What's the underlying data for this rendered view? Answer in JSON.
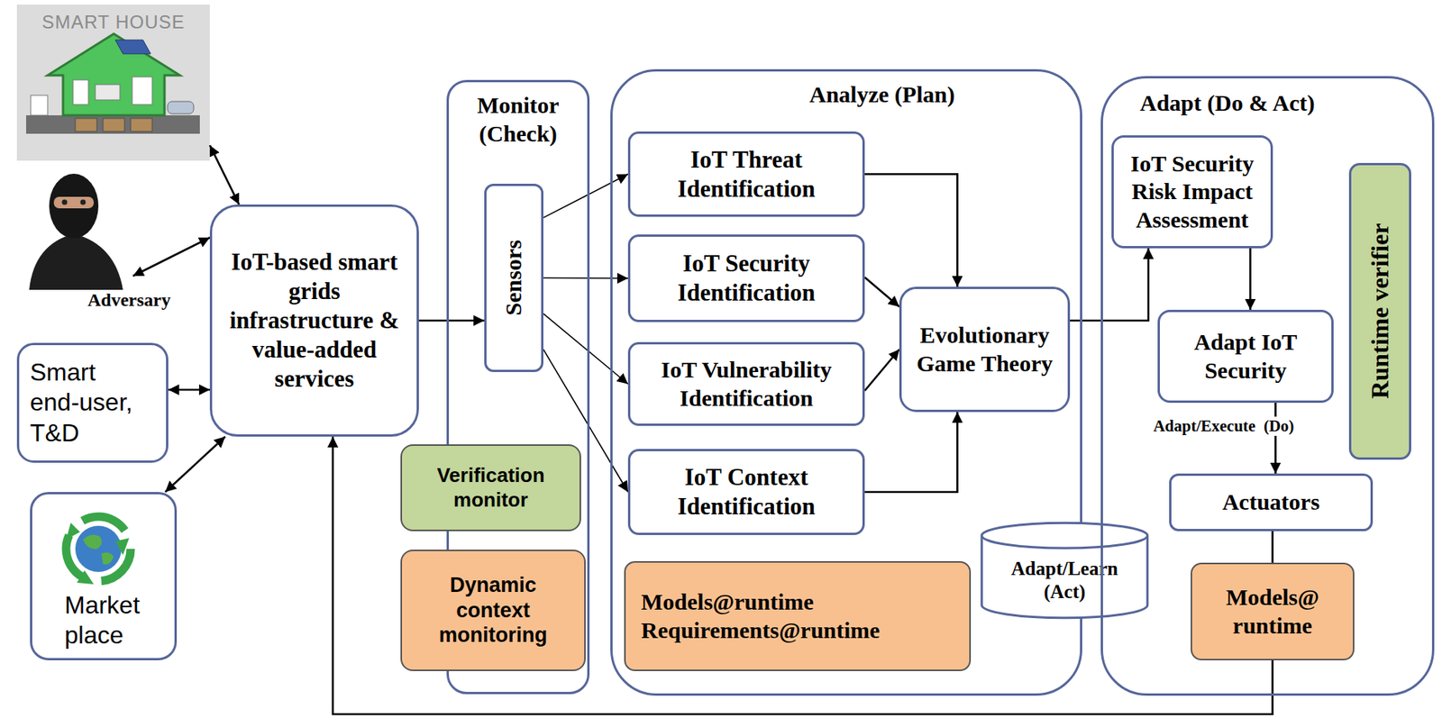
{
  "diagram": {
    "nodes": [
      {
        "text": [
          "SMART HOUSE"
        ]
      },
      {
        "text": [
          "Adversary"
        ]
      },
      {
        "text": [
          "IoT-based smart grids infrastructure & value-added services"
        ]
      },
      {
        "text": [
          "Smart end-user, T&D"
        ]
      },
      {
        "text": [
          "Market place"
        ]
      },
      {
        "text": [
          "Monitor (Check)"
        ]
      },
      {
        "text": [
          "Sensors"
        ],
        "in": 5
      },
      {
        "text": [
          "Verification monitor"
        ],
        "in": 5
      },
      {
        "text": [
          "Dynamic context monitoring"
        ],
        "in": 5
      },
      {
        "text": [
          "Analyze (Plan)"
        ]
      },
      {
        "text": [
          "IoT Threat Identification"
        ],
        "in": 9
      },
      {
        "text": [
          "IoT Security Identification"
        ],
        "in": 9
      },
      {
        "text": [
          "IoT Vulnerability Identification"
        ],
        "in": 9
      },
      {
        "text": [
          "IoT Context Identification"
        ],
        "in": 9
      },
      {
        "text": [
          "Evolutionary Game Theory"
        ],
        "in": 9
      },
      {
        "text": [
          "Models@runtime Requirements@runtime"
        ],
        "in": 9
      },
      {
        "text": [
          "Adapt/Learn (Act)"
        ],
        "in": 9
      },
      {
        "text": [
          "Adapt (Do & Act)"
        ]
      },
      {
        "text": [
          "IoT Security Risk Impact Assessment"
        ],
        "in": 17
      },
      {
        "text": [
          "Runtime verifier"
        ],
        "in": 17
      },
      {
        "text": [
          "Adapt IoT Security"
        ],
        "in": 17
      },
      {
        "text": [
          "Actuators"
        ],
        "in": 17
      },
      {
        "text": [
          "Models@ runtime"
        ],
        "in": 17
      }
    ],
    "edges": [
      {
        "from": 0,
        "to": 2,
        "arrow": "both"
      },
      {
        "from": 1,
        "to": 2,
        "arrow": "both"
      },
      {
        "from": 3,
        "to": 2,
        "arrow": "both"
      },
      {
        "from": 4,
        "to": 2,
        "arrow": "both"
      },
      {
        "from": 2,
        "to": 6,
        "arrow": "to"
      },
      {
        "from": 6,
        "to": 10,
        "arrow": "to"
      },
      {
        "from": 6,
        "to": 11,
        "arrow": "to"
      },
      {
        "from": 6,
        "to": 12,
        "arrow": "to"
      },
      {
        "from": 6,
        "to": 13,
        "arrow": "to"
      },
      {
        "from": 10,
        "to": 14,
        "arrow": "to"
      },
      {
        "from": 11,
        "to": 14,
        "arrow": "to"
      },
      {
        "from": 12,
        "to": 14,
        "arrow": "to"
      },
      {
        "from": 13,
        "to": 14,
        "arrow": "to"
      },
      {
        "from": 14,
        "to": 18,
        "arrow": "to"
      },
      {
        "from": 18,
        "to": 20,
        "arrow": "to"
      },
      {
        "from": 20,
        "to": 21,
        "label": "Adapt/Execute  (Do)",
        "arrow": "to"
      },
      {
        "from": 21,
        "to": 22,
        "arrow": "none"
      },
      {
        "from": 22,
        "to": 2,
        "arrow": "to"
      }
    ]
  }
}
